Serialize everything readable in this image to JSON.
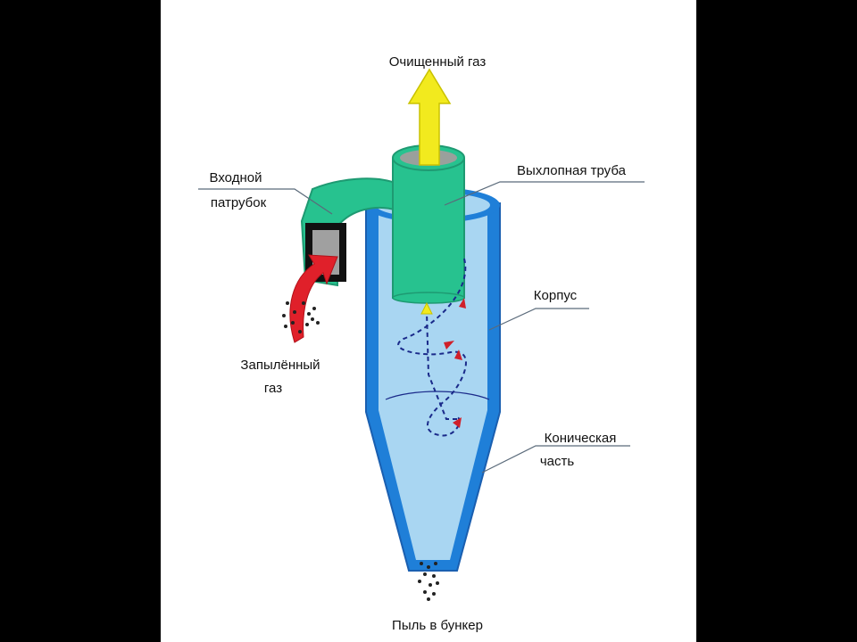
{
  "labels": {
    "clean_gas": "Очищенный газ",
    "exhaust_pipe": "Выхлопная труба",
    "inlet_1": "Входной",
    "inlet_2": "патрубок",
    "body": "Корпус",
    "dusty_gas_1": "Запылённый",
    "dusty_gas_2": "газ",
    "conical_1": "Коническая",
    "conical_2": "часть",
    "dust_out": "Пыль в бункер"
  },
  "colors": {
    "background": "#ffffff",
    "letterbox": "#000000",
    "body_wall": "#1f7fd8",
    "body_fill": "#a9d6f2",
    "pipe": "#27c28f",
    "pipe_top": "#9aa09c",
    "inlet_arrow": "#e0202a",
    "outlet_arrow": "#f2ea1e",
    "swirl": "#1a2a8a",
    "leader": "#5a6a7a"
  }
}
